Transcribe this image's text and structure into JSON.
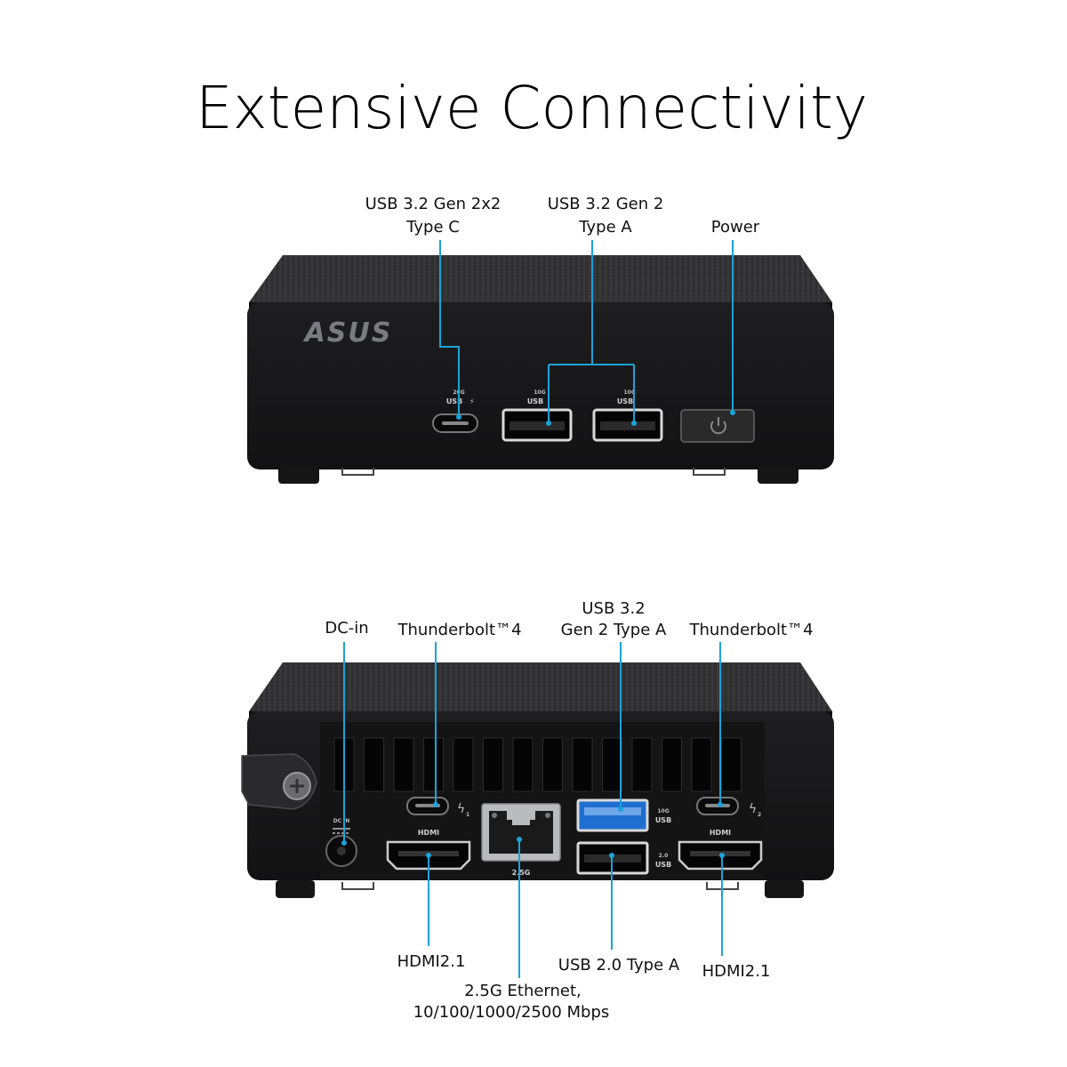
{
  "title": "Extensive Connectivity",
  "brand": "ASUS",
  "front": {
    "usb_c_label": [
      "USB 3.2 Gen 2x2",
      "Type C"
    ],
    "usb_a_label": [
      "USB 3.2 Gen 2",
      "Type A"
    ],
    "power_label": "Power",
    "port_text": {
      "usbc_speed": "20G",
      "usbc_name": "USB",
      "usba1_speed": "10G",
      "usba1_name": "USB",
      "usba2_speed": "10G",
      "usba2_name": "USB"
    }
  },
  "rear": {
    "dc_in_label": "DC-in",
    "tb4_left_label": "Thunderbolt™4",
    "usb_a_label": [
      "USB 3.2",
      "Gen 2 Type A"
    ],
    "tb4_right_label": "Thunderbolt™4",
    "hdmi_left_label": "HDMI2.1",
    "ethernet_label": [
      "2.5G Ethernet,",
      "10/100/1000/2500 Mbps"
    ],
    "usb20_label": "USB 2.0 Type A",
    "hdmi_right_label": "HDMI2.1",
    "port_text": {
      "dc": "DC IN",
      "hdmi": "HDMI",
      "eth": "2.5G",
      "usb10_speed": "10G",
      "usb10_name": "USB",
      "usb20_speed": "2.0",
      "usb20_name": "USB",
      "tb_left_num": "1",
      "tb_right_num": "2"
    }
  },
  "colors": {
    "accent": "#1aa3d9",
    "device": "#1b1b1c",
    "usb3_blue": "#1f6fd0"
  }
}
